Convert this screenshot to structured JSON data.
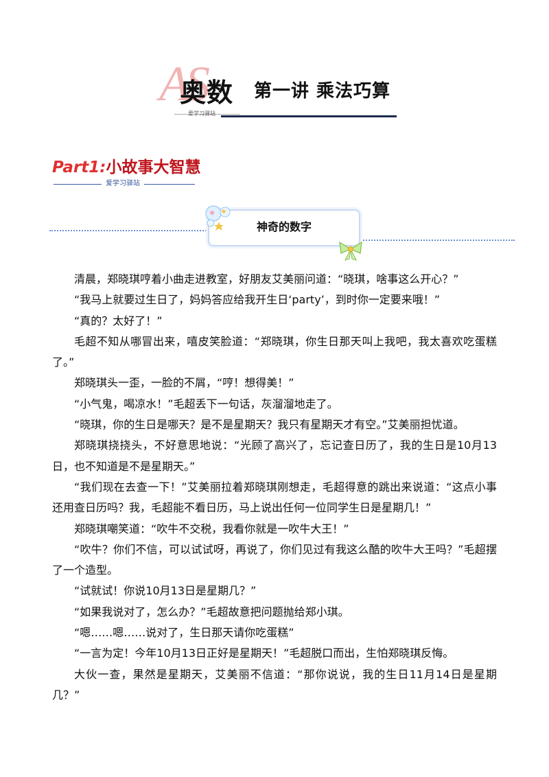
{
  "header": {
    "logo_letters": "AS",
    "logo_main": "奥数",
    "logo_sub": "爱学习驿站",
    "lecture_title": "第一讲  乘法巧算"
  },
  "part_banner": {
    "title_en": "Part1:",
    "title_cn": "小故事大智慧",
    "subtitle": "爱学习驿站"
  },
  "section": {
    "title": "神奇的数字",
    "icons": [
      "bubbles-icon",
      "bow-icon"
    ]
  },
  "story": {
    "paragraphs": [
      "清晨，郑晓琪哼着小曲走进教室，好朋友艾美丽问道：“晓琪，啥事这么开心？”",
      "“我马上就要过生日了，妈妈答应给我开生日‘party’，到时你一定要来哦！”",
      "“真的？太好了！”",
      "毛超不知从哪冒出来，嘻皮笑脸道：“郑晓琪，你生日那天叫上我吧，我太喜欢吃蛋糕了。”",
      "郑晓琪头一歪，一脸的不屑，“哼！想得美！”",
      "“小气鬼，喝凉水！”毛超丢下一句话，灰溜溜地走了。",
      "“晓琪，你的生日是哪天？是不是星期天？我只有星期天才有空。”艾美丽担忧道。",
      "郑晓琪挠挠头，不好意思地说：“光顾了高兴了，忘记查日历了，我的生日是10月13日，也不知道是不是星期天。”",
      "“我们现在去查一下！”艾美丽拉着郑晓琪刚想走，毛超得意的跳出来说道：“这点小事还用查日历吗？我，毛超能不看日历，马上说出任何一位同学生日是星期几！”",
      "郑晓琪嘲笑道：“吹牛不交税，我看你就是一吹牛大王！”",
      "“吹牛？你们不信，可以试试呀，再说了，你们见过有我这么酷的吹牛大王吗？”毛超摆了一个造型。",
      "“试就试！你说10月13日是星期几？”",
      "“如果我说对了，怎么办？”毛超故意把问题抛给郑小琪。",
      "“嗯……嗯……说对了，生日那天请你吃蛋糕”",
      "“一言为定！今年10月13日正好是星期天！”毛超脱口而出，生怕郑晓琪反悔。",
      "大伙一查，果然是星期天，艾美丽不信道：“那你说说，我的生日11月14日是星期几？”"
    ]
  },
  "colors": {
    "logo_pink": "#f2b3b3",
    "title_underline": "#1b2a4e",
    "part_red": "#c0141d",
    "divider_blue": "#6b8ed6"
  }
}
